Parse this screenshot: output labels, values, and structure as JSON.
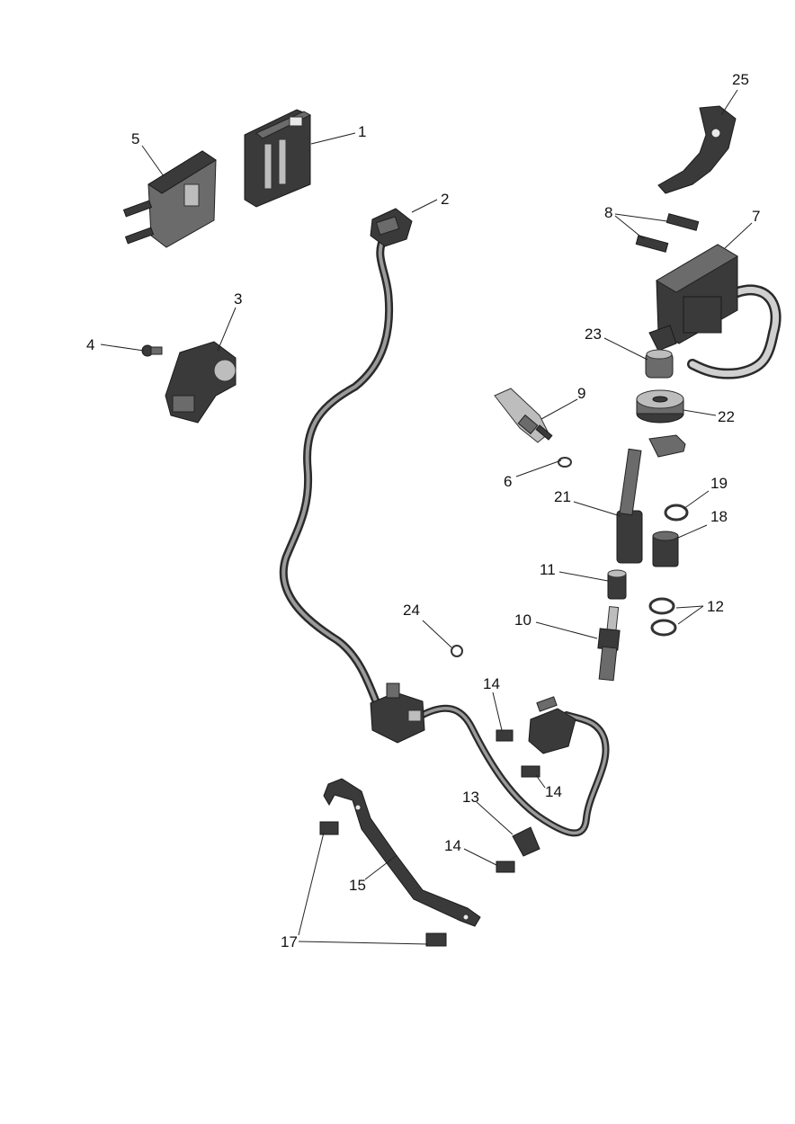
{
  "callouts": [
    {
      "id": "1",
      "label": "1"
    },
    {
      "id": "2",
      "label": "2"
    },
    {
      "id": "3",
      "label": "3"
    },
    {
      "id": "4",
      "label": "4"
    },
    {
      "id": "5",
      "label": "5"
    },
    {
      "id": "6",
      "label": "6"
    },
    {
      "id": "7",
      "label": "7"
    },
    {
      "id": "8",
      "label": "8"
    },
    {
      "id": "9",
      "label": "9"
    },
    {
      "id": "10",
      "label": "10"
    },
    {
      "id": "11",
      "label": "11"
    },
    {
      "id": "12",
      "label": "12"
    },
    {
      "id": "13",
      "label": "13"
    },
    {
      "id": "14a",
      "label": "14"
    },
    {
      "id": "14b",
      "label": "14"
    },
    {
      "id": "14c",
      "label": "14"
    },
    {
      "id": "15",
      "label": "15"
    },
    {
      "id": "17",
      "label": "17"
    },
    {
      "id": "18",
      "label": "18"
    },
    {
      "id": "19",
      "label": "19"
    },
    {
      "id": "21",
      "label": "21"
    },
    {
      "id": "22",
      "label": "22"
    },
    {
      "id": "23",
      "label": "23"
    },
    {
      "id": "24",
      "label": "24"
    },
    {
      "id": "25",
      "label": "25"
    }
  ],
  "colors": {
    "background": "#ffffff",
    "parts_dark": "#3a3a3a",
    "parts_mid": "#6b6b6b",
    "parts_light": "#bdbdbd",
    "text": "#111111"
  }
}
